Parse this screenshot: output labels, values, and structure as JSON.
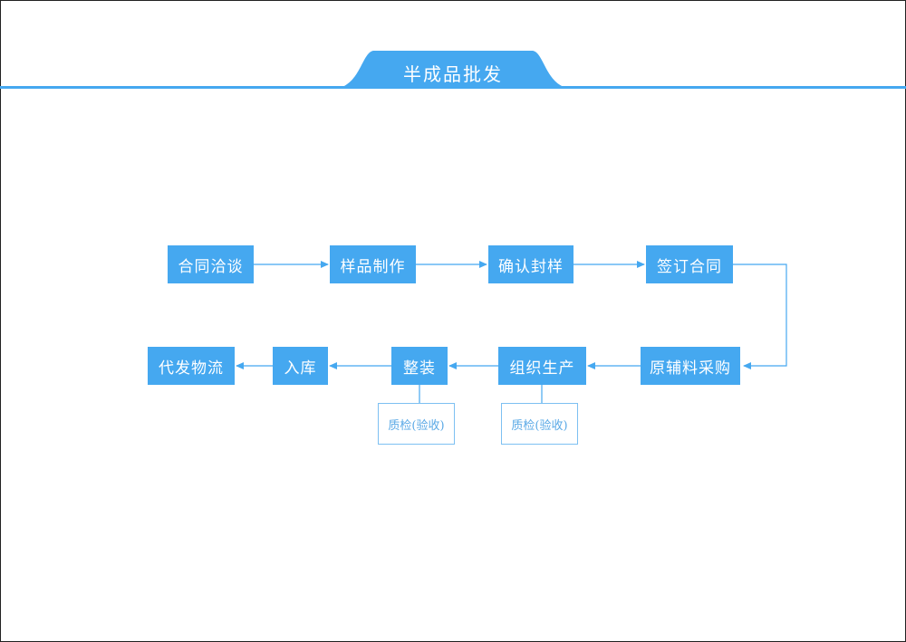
{
  "title": "半成品批发",
  "process": {
    "row1": [
      "合同洽谈",
      "样品制作",
      "确认封样",
      "签订合同"
    ],
    "row2": [
      "原辅料采购",
      "组织生产",
      "整装",
      "入库",
      "代发物流"
    ]
  },
  "quality_checks": [
    "质检(验收)",
    "质检(验收)"
  ],
  "colors": {
    "accent": "#45a8f0",
    "qc_border": "#7dc0f2",
    "qc_text": "#5aa9e6"
  }
}
